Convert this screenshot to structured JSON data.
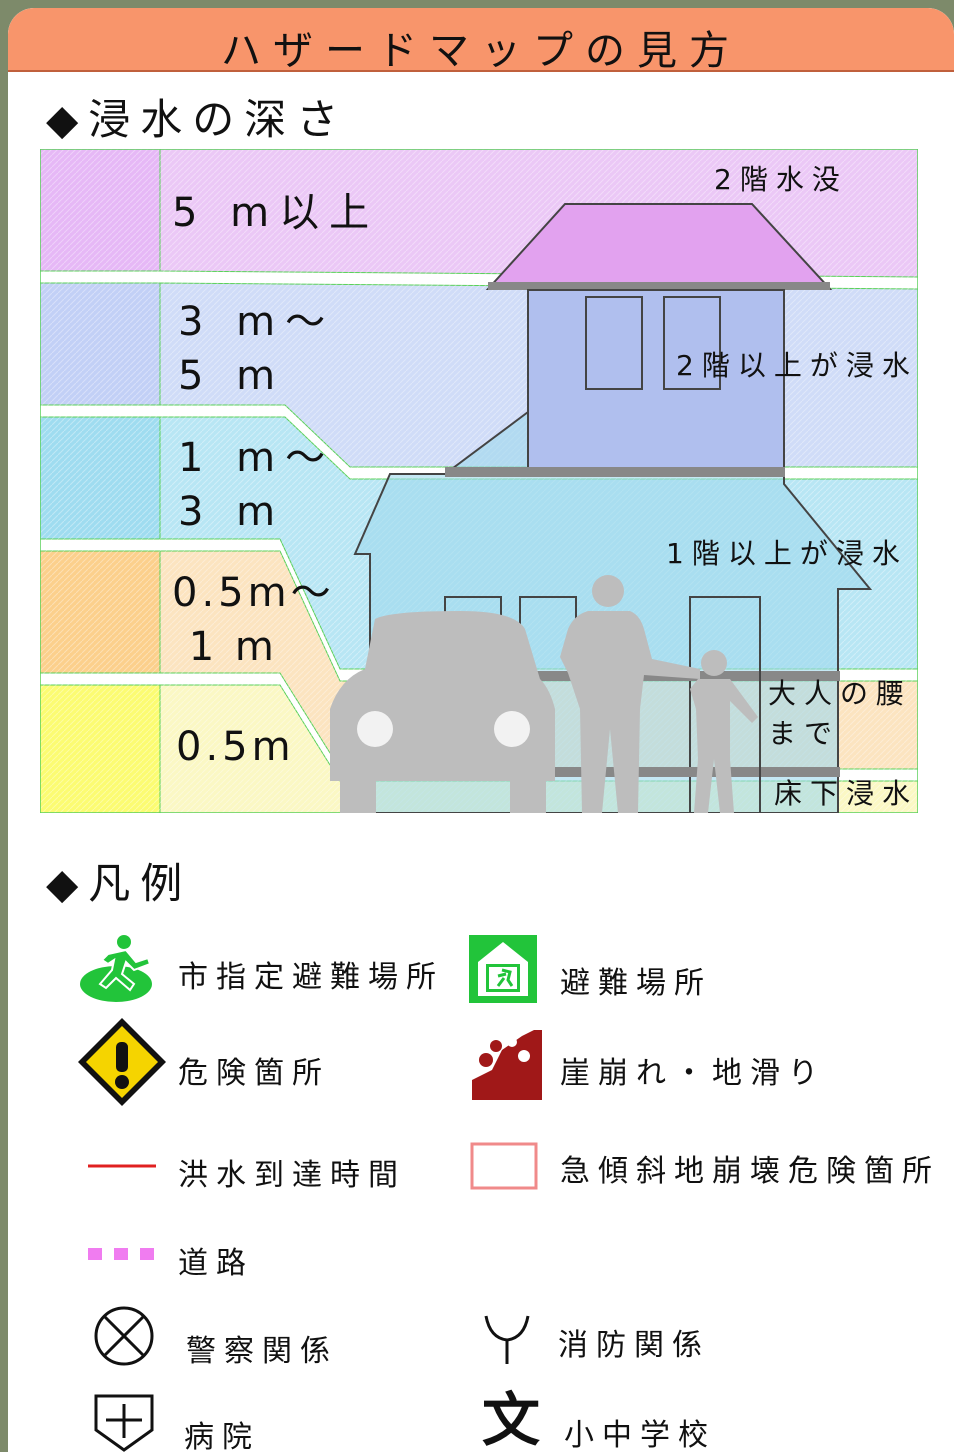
{
  "header": {
    "title": "ハザードマップの見方"
  },
  "depth_section": {
    "title": "◆浸水の深さ",
    "levels": [
      {
        "label": "5 m以上",
        "color": "#e6b8f6"
      },
      {
        "label": "3 m～\n5 m",
        "color": "#c2d0f6"
      },
      {
        "label": "1 m～\n3 m",
        "color": "#9fdcf0"
      },
      {
        "label": "0.5m～\n 1 m",
        "color": "#fcd08c"
      },
      {
        "label": "0.5m",
        "color": "#fcfc72"
      }
    ],
    "annotations": {
      "second_floor_submerged": "2階水没",
      "above_second_floor": "2階以上が浸水",
      "above_first_floor": "1階以上が浸水",
      "adult_waist": "大人の腰\nまで",
      "below_floor": "床下浸水"
    }
  },
  "legend_section": {
    "title": "◆凡例",
    "items": [
      {
        "key": "city_shelter",
        "label": "市指定避難場所",
        "icon": "running-person-shelter-icon",
        "color": "#22c43a"
      },
      {
        "key": "shelter",
        "label": "避難場所",
        "icon": "shelter-exit-icon",
        "color": "#22c43a"
      },
      {
        "key": "danger",
        "label": "危険箇所",
        "icon": "warning-diamond-icon",
        "color": "#f5d400"
      },
      {
        "key": "landslide",
        "label": "崖崩れ・地滑り",
        "icon": "landslide-icon",
        "color": "#a01818"
      },
      {
        "key": "flood_time",
        "label": "洪水到達時間",
        "icon": "red-line-icon",
        "color": "#e02020"
      },
      {
        "key": "steep_slope",
        "label": "急傾斜地崩壊危険箇所",
        "icon": "pink-outline-box-icon",
        "color": "#f08a8a"
      },
      {
        "key": "road",
        "label": "道路",
        "icon": "dotted-road-icon",
        "color": "#f07cf0"
      },
      {
        "key": "police",
        "label": "警察関係",
        "icon": "police-icon",
        "color": "#111111"
      },
      {
        "key": "fire",
        "label": "消防関係",
        "icon": "fire-station-icon",
        "color": "#111111"
      },
      {
        "key": "hospital",
        "label": "病院",
        "icon": "hospital-icon",
        "color": "#111111"
      },
      {
        "key": "school",
        "label": "小中学校",
        "icon": "school-icon",
        "color": "#111111",
        "glyph": "文"
      }
    ]
  }
}
